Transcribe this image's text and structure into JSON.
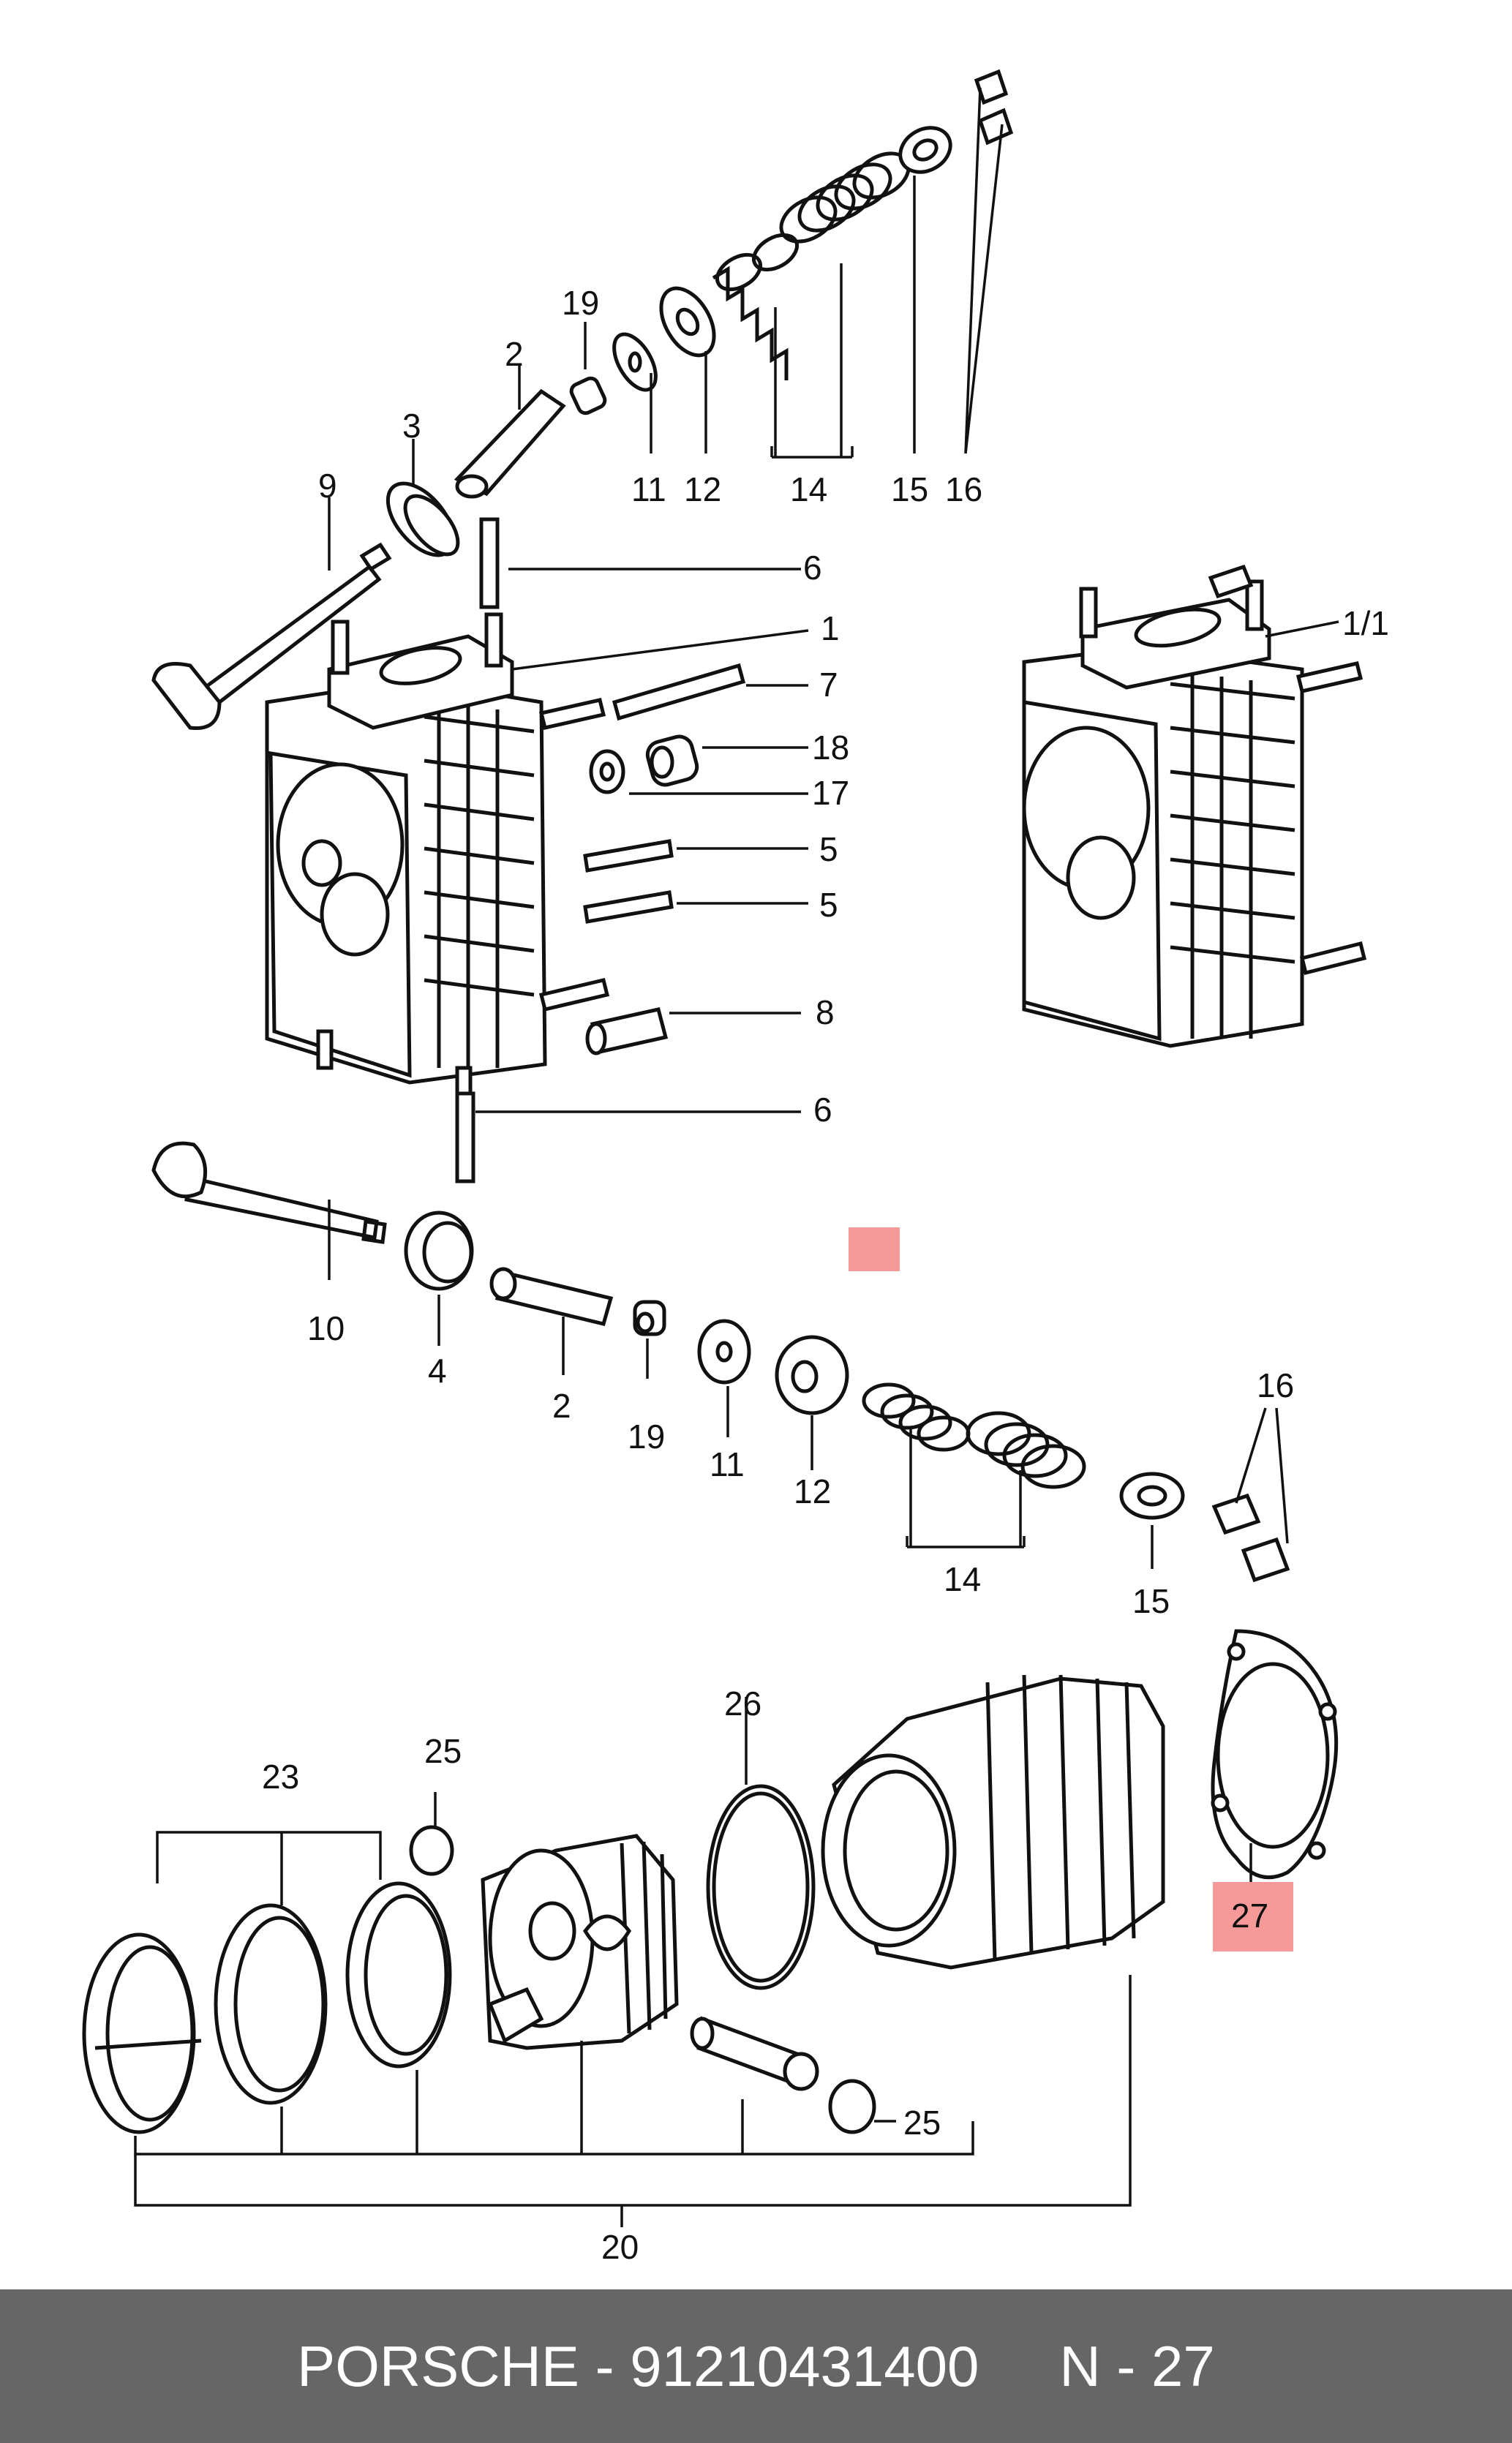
{
  "colors": {
    "highlight": "#f59999",
    "footer_bg": "#666666",
    "footer_text": "#ffffff"
  },
  "labels": {
    "l19a": "19",
    "l2a": "2",
    "l3": "3",
    "l9": "9",
    "l11a": "11",
    "l12a": "12",
    "l14a": "14",
    "l15a": "15",
    "l16a": "16",
    "l6a": "6",
    "l1": "1",
    "l1_1": "1/1",
    "l7": "7",
    "l18": "18",
    "l17": "17",
    "l5a": "5",
    "l5b": "5",
    "l8": "8",
    "l6b": "6",
    "l10": "10",
    "l4": "4",
    "l2b": "2",
    "l19b": "19",
    "l11b": "11",
    "l12b": "12",
    "l14b": "14",
    "l15b": "15",
    "l16b": "16",
    "l26": "26",
    "l23": "23",
    "l25a": "25",
    "l25b": "25",
    "l27": "27",
    "l20": "20"
  },
  "footer": {
    "brand_part": "PORSCHE - 91210431400",
    "ref": "N - 27"
  }
}
